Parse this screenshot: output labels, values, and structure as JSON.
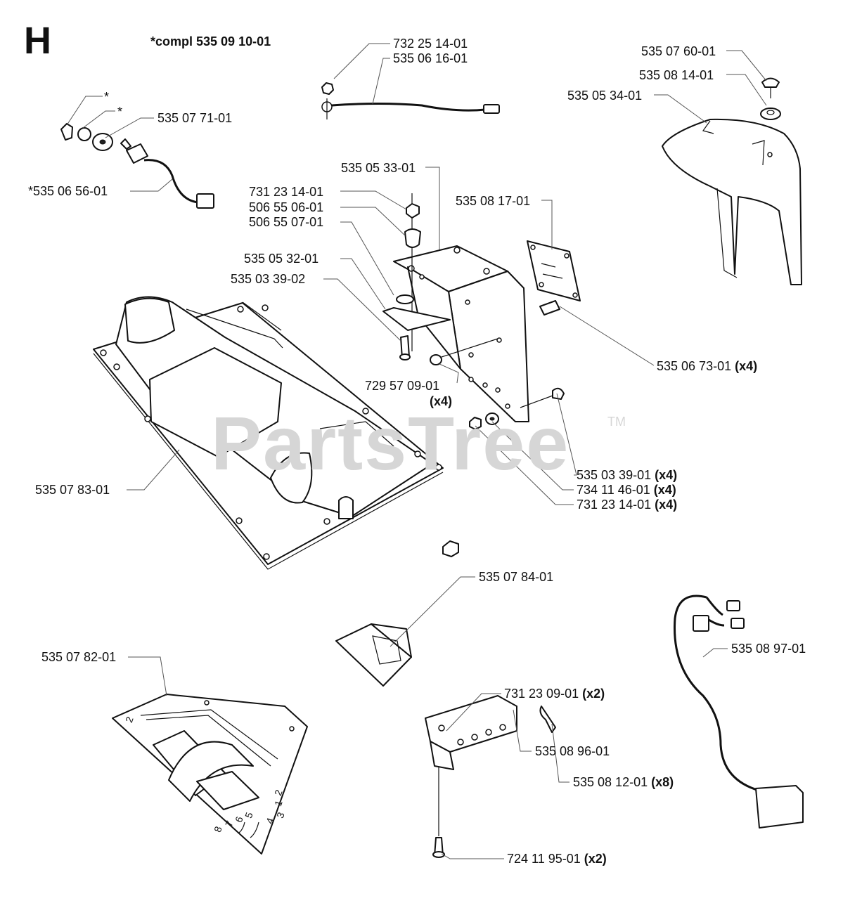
{
  "page": {
    "section_letter": "H",
    "compl_note": "*compl 535 09 10-01",
    "watermark": "PartsTree",
    "watermark_tm": "TM"
  },
  "callouts": [
    {
      "id": "c01",
      "code": "732 25 14-01",
      "qty": ""
    },
    {
      "id": "c02",
      "code": "535 06 16-01",
      "qty": ""
    },
    {
      "id": "c03",
      "code": "535 07 60-01",
      "qty": ""
    },
    {
      "id": "c04",
      "code": "535 08 14-01",
      "qty": ""
    },
    {
      "id": "c05",
      "code": "535 05 34-01",
      "qty": ""
    },
    {
      "id": "c06",
      "code": "*",
      "qty": ""
    },
    {
      "id": "c07",
      "code": "*",
      "qty": ""
    },
    {
      "id": "c08",
      "code": "535 07 71-01",
      "qty": ""
    },
    {
      "id": "c09",
      "code": "*535 06 56-01",
      "qty": ""
    },
    {
      "id": "c10",
      "code": "535 05 33-01",
      "qty": ""
    },
    {
      "id": "c11",
      "code": "731 23 14-01",
      "qty": ""
    },
    {
      "id": "c12",
      "code": "535 08 17-01",
      "qty": ""
    },
    {
      "id": "c13",
      "code": "506 55 06-01",
      "qty": ""
    },
    {
      "id": "c14",
      "code": "506 55 07-01",
      "qty": ""
    },
    {
      "id": "c15",
      "code": "535 05 32-01",
      "qty": ""
    },
    {
      "id": "c16",
      "code": "535 03 39-02",
      "qty": ""
    },
    {
      "id": "c17",
      "code": "535 06 73-01",
      "qty": "(x4)"
    },
    {
      "id": "c18",
      "code": "729 57 09-01",
      "qty": "(x4)"
    },
    {
      "id": "c19",
      "code": "535 03 39-01",
      "qty": "(x4)"
    },
    {
      "id": "c20",
      "code": "734 11 46-01",
      "qty": "(x4)"
    },
    {
      "id": "c21",
      "code": "731 23 14-01",
      "qty": "(x4)"
    },
    {
      "id": "c22",
      "code": "535 07 83-01",
      "qty": ""
    },
    {
      "id": "c23",
      "code": "535 07 84-01",
      "qty": ""
    },
    {
      "id": "c24",
      "code": "535 08 97-01",
      "qty": ""
    },
    {
      "id": "c25",
      "code": "535 07 82-01",
      "qty": ""
    },
    {
      "id": "c26",
      "code": "731 23 09-01",
      "qty": "(x2)"
    },
    {
      "id": "c27",
      "code": "535 08 96-01",
      "qty": ""
    },
    {
      "id": "c28",
      "code": "535 08 12-01",
      "qty": "(x8)"
    },
    {
      "id": "c29",
      "code": "724 11 95-01",
      "qty": "(x2)"
    }
  ],
  "board_digits": {
    "d1": "1",
    "d2": "2",
    "d3": "3",
    "d4": "4",
    "d5": "5",
    "d6": "6",
    "d7": "7",
    "d8": "8",
    "d_corner": "2"
  }
}
